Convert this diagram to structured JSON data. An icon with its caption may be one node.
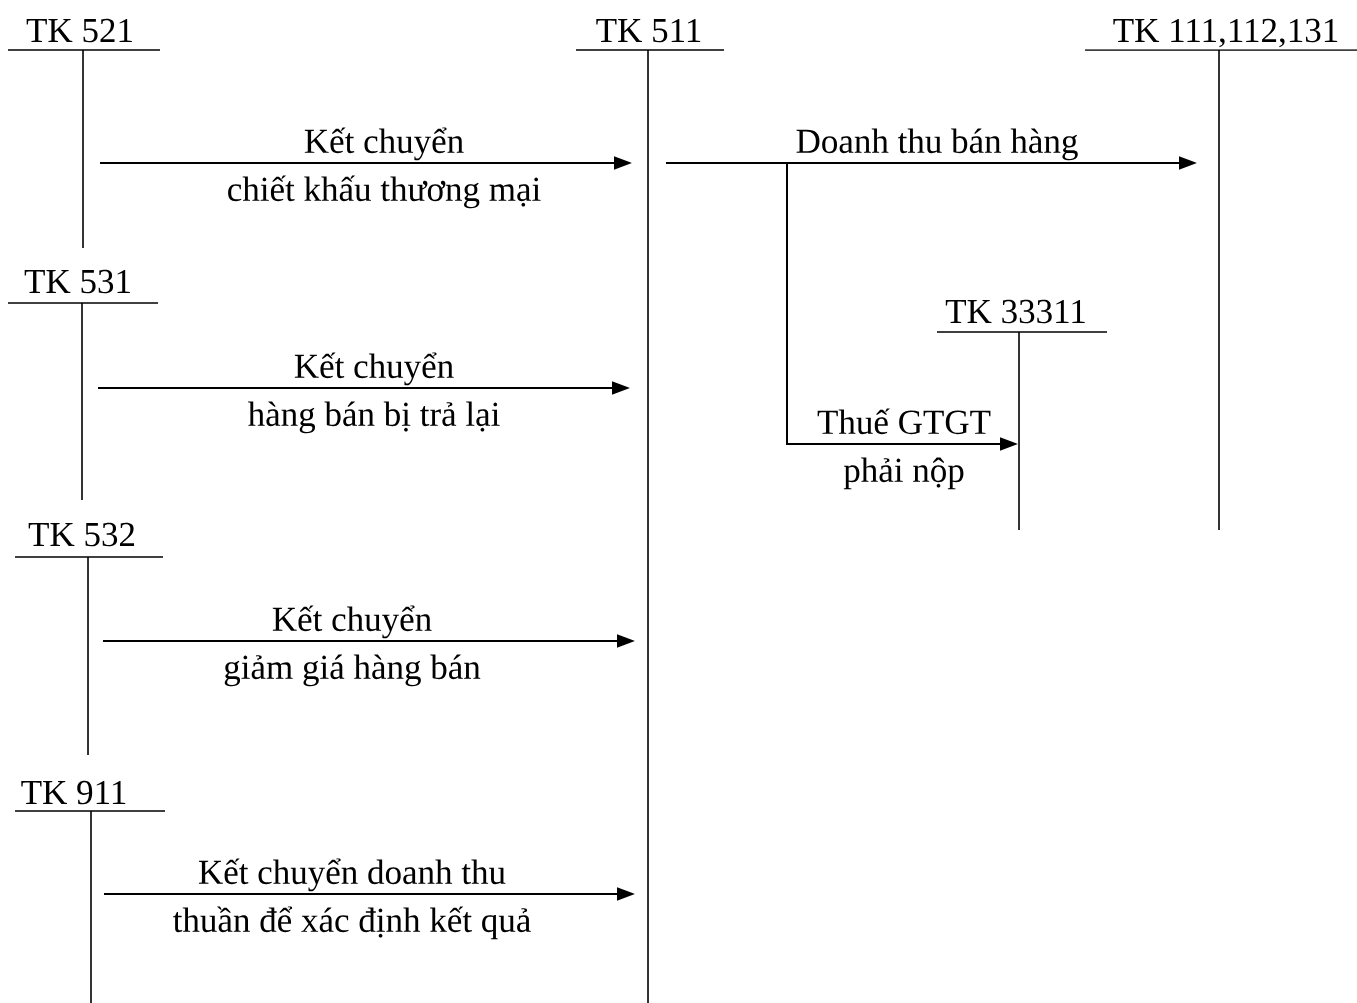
{
  "diagram": {
    "nodes": [
      {
        "text": [
          "TK 521"
        ]
      },
      {
        "text": [
          "TK 511"
        ]
      },
      {
        "text": [
          "TK 111,112,131"
        ]
      },
      {
        "text": [
          "TK 531"
        ]
      },
      {
        "text": [
          "TK 33311"
        ]
      },
      {
        "text": [
          "TK 532"
        ]
      },
      {
        "text": [
          "TK 911"
        ]
      }
    ],
    "edges": [
      {
        "from": 0,
        "to": 1,
        "arrow": "to",
        "label": "Kết chuyển chiết khấu thương mại"
      },
      {
        "from": 1,
        "to": 2,
        "arrow": "to",
        "label": "Doanh thu bán hàng"
      },
      {
        "from": 3,
        "to": 1,
        "arrow": "to",
        "label": "Kết chuyển hàng bán bị trả lại"
      },
      {
        "from": 1,
        "to": 4,
        "arrow": "to",
        "label": "Thuế GTGT phải nộp"
      },
      {
        "from": 5,
        "to": 1,
        "arrow": "to",
        "label": "Kết chuyển giảm giá hàng bán"
      },
      {
        "from": 6,
        "to": 1,
        "arrow": "to",
        "label": "Kết chuyển doanh thu thuần để xác định kết quả"
      }
    ]
  }
}
